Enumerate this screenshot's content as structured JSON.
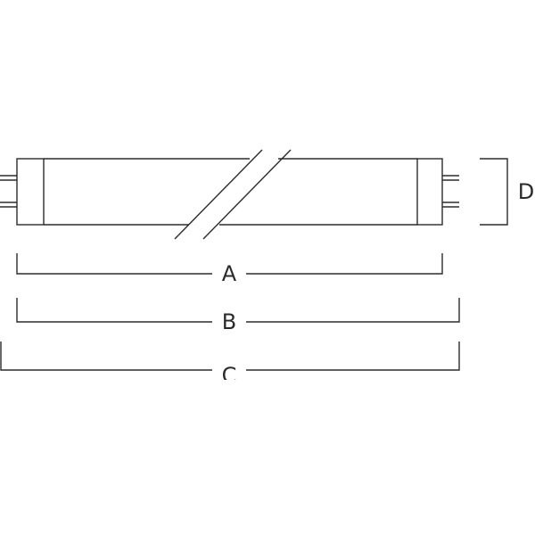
{
  "diagram": {
    "labels": {
      "a": "A",
      "b": "B",
      "c": "C",
      "d": "D"
    },
    "colors": {
      "line": "#2b2b2b",
      "background": "#ffffff"
    }
  }
}
